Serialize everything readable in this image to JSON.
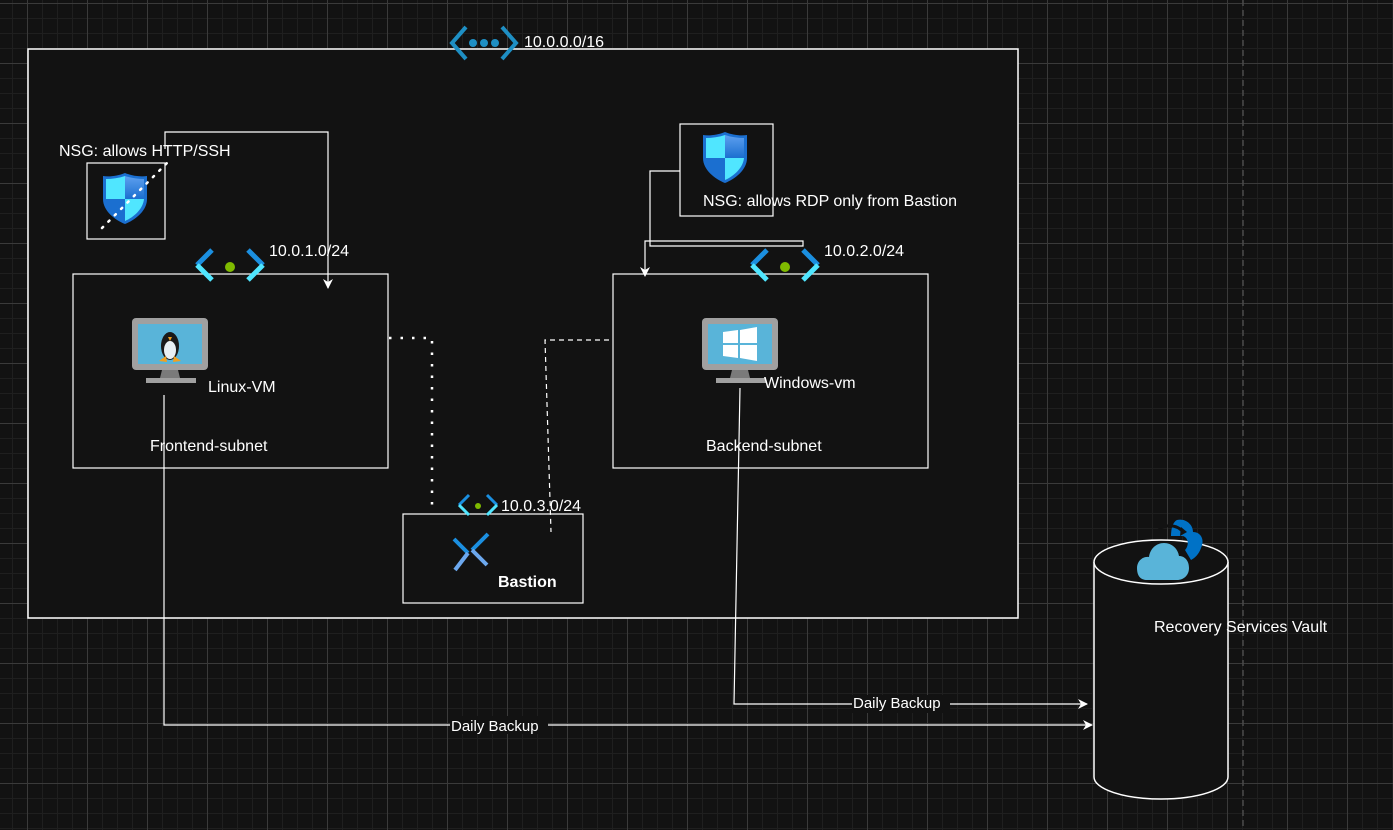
{
  "diagram": {
    "vnet": {
      "label": "10.0.0.0/16",
      "icon": "virtual-network-icon"
    },
    "subnets": [
      {
        "id": "frontend",
        "name": "Frontend-subnet",
        "cidr": "10.0.1.0/24",
        "icon": "subnet-icon"
      },
      {
        "id": "backend",
        "name": "Backend-subnet",
        "cidr": "10.0.2.0/24",
        "icon": "subnet-icon"
      },
      {
        "id": "bastion",
        "name": "Bastion",
        "cidr": "10.0.3.0/24",
        "icon": "bastion-icon"
      }
    ],
    "vms": [
      {
        "id": "linux",
        "name": "Linux-VM",
        "icon": "linux-vm-icon"
      },
      {
        "id": "windows",
        "name": "Windows-vm",
        "icon": "windows-vm-icon"
      }
    ],
    "nsgs": [
      {
        "id": "nsg-frontend",
        "label": "NSG: allows HTTP/SSH",
        "icon": "shield-icon"
      },
      {
        "id": "nsg-backend",
        "label": "NSG: allows RDP only from Bastion",
        "icon": "shield-icon"
      }
    ],
    "vault": {
      "name": "Recovery Services Vault",
      "icon": "recovery-vault-icon"
    },
    "edges": [
      {
        "from": "Linux-VM",
        "to": "Recovery Services Vault",
        "label": "Daily Backup"
      },
      {
        "from": "Windows-vm",
        "to": "Recovery Services Vault",
        "label": "Daily Backup"
      },
      {
        "from": "Frontend-subnet",
        "to": "Bastion",
        "label": "",
        "style": "dotted"
      },
      {
        "from": "Backend-subnet",
        "to": "Bastion",
        "label": "",
        "style": "dashed"
      },
      {
        "from": "NSG: allows HTTP/SSH",
        "to": "Frontend-subnet",
        "label": ""
      },
      {
        "from": "NSG: allows RDP only from Bastion",
        "to": "Backend-subnet",
        "label": ""
      }
    ],
    "colors": {
      "background": "#121212",
      "stroke": "#ffffff",
      "azure_blue": "#1b8fe0",
      "azure_cyan": "#50e6ff",
      "status_green": "#7fba00"
    }
  }
}
